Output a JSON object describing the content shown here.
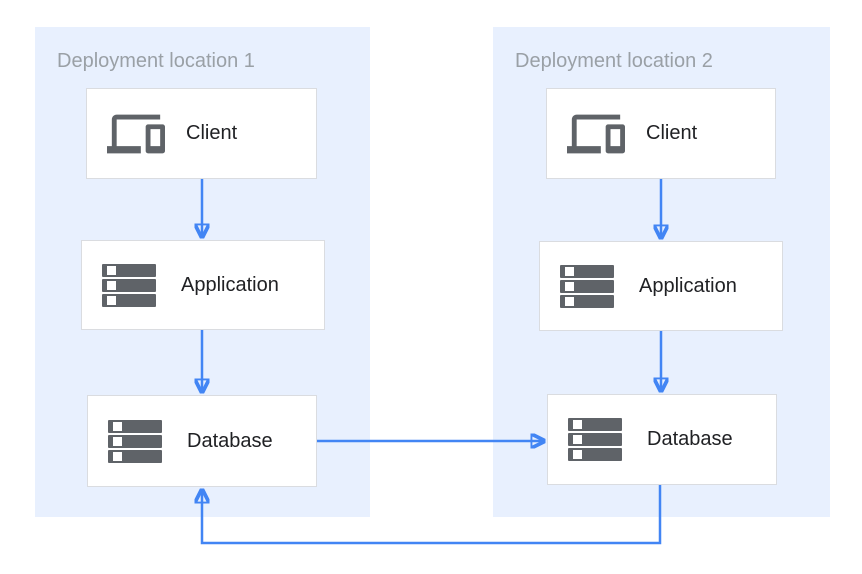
{
  "diagram": {
    "zones": [
      {
        "title": "Deployment location 1",
        "nodes": [
          {
            "label": "Client",
            "icon": "devices-icon"
          },
          {
            "label": "Application",
            "icon": "server-stack-icon"
          },
          {
            "label": "Database",
            "icon": "server-stack-icon"
          }
        ]
      },
      {
        "title": "Deployment location 2",
        "nodes": [
          {
            "label": "Client",
            "icon": "devices-icon"
          },
          {
            "label": "Application",
            "icon": "server-stack-icon"
          },
          {
            "label": "Database",
            "icon": "server-stack-icon"
          }
        ]
      }
    ],
    "connections": [
      {
        "from": "client-1",
        "to": "application-1"
      },
      {
        "from": "application-1",
        "to": "database-1"
      },
      {
        "from": "client-2",
        "to": "application-2"
      },
      {
        "from": "application-2",
        "to": "database-2"
      },
      {
        "from": "database-1",
        "to": "database-2"
      },
      {
        "from": "database-2",
        "to": "database-1"
      }
    ],
    "colors": {
      "zone_background": "#E8F0FE",
      "arrow": "#4285F4",
      "node_background": "#FFFFFF",
      "node_border": "#DADCE0",
      "icon": "#5F6368",
      "zone_title_text": "#9AA0A6",
      "node_label_text": "#202124"
    }
  }
}
